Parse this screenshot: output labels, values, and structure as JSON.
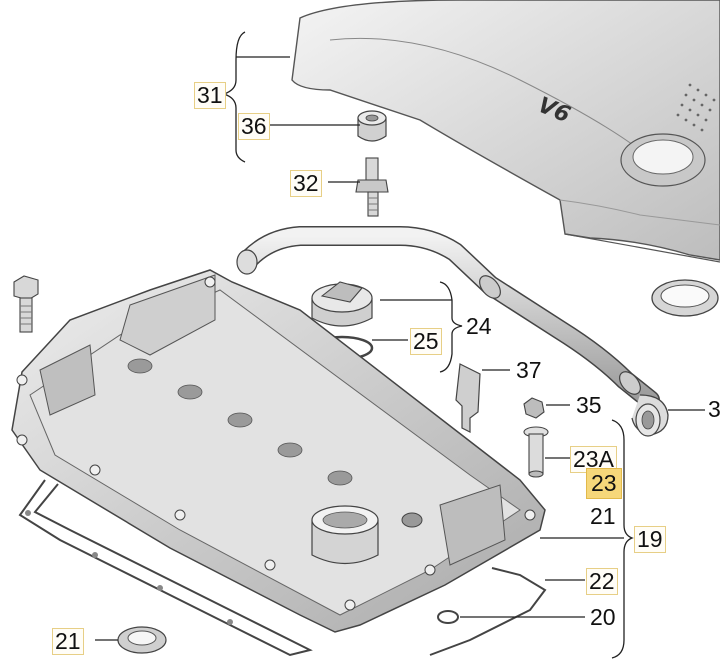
{
  "engine_cover": {
    "badge": "V6"
  },
  "callouts": {
    "c31": "31",
    "c36": "36",
    "c32": "32",
    "c24": "24",
    "c25": "25",
    "c37": "37",
    "c35": "35",
    "c23A": "23A",
    "c23": "23",
    "c21_right": "21",
    "c19": "19",
    "c22": "22",
    "c20": "20",
    "c21_left": "21",
    "c3_cut": "3"
  },
  "highlight": {
    "color": "#f6d77a",
    "item": "23"
  }
}
